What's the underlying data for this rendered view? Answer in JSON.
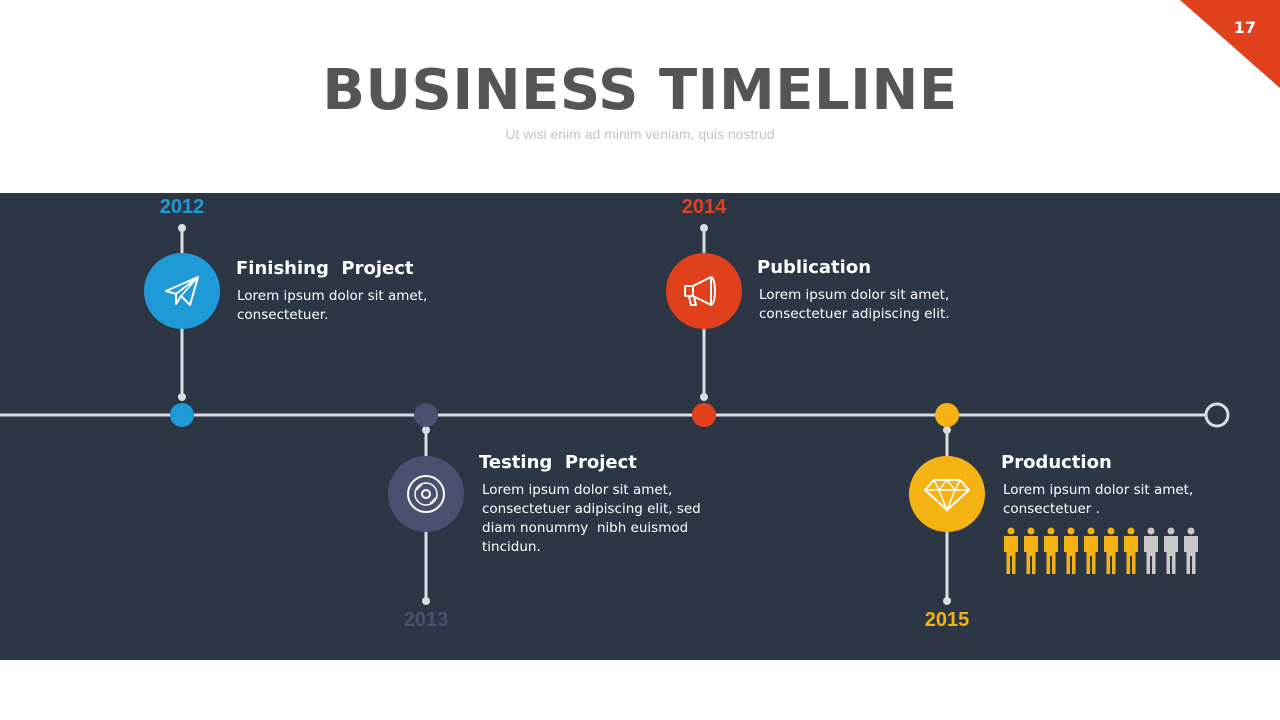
{
  "page": {
    "number": "17",
    "title": "BUSINESS TIMELINE",
    "subtitle": "Ut wisi enim ad minim veniam, quis nostrud"
  },
  "colors": {
    "accent_red": "#e0401c",
    "band": "#2d3644",
    "line": "#d9dce0",
    "blue": "#1e9ad6",
    "slate": "#4a5170",
    "orange": "#e0401c",
    "yellow": "#f5b313",
    "person_inactive": "#c9c9c9"
  },
  "events": [
    {
      "year": "2012",
      "title": "Finishing  Project",
      "description": "Lorem ipsum dolor sit amet, consectetuer.",
      "icon": "paper-plane-icon",
      "color": "#1e9ad6"
    },
    {
      "year": "2013",
      "title": "Testing  Project",
      "description": "Lorem ipsum dolor sit amet, consectetuer adipiscing elit, sed diam nonummy  nibh euismod tincidun.",
      "icon": "disc-icon",
      "color": "#4a5170"
    },
    {
      "year": "2014",
      "title": "Publication",
      "description": "Lorem ipsum dolor sit amet, consectetuer adipiscing elit.",
      "icon": "megaphone-icon",
      "color": "#e0401c"
    },
    {
      "year": "2015",
      "title": "Production",
      "description": "Lorem ipsum dolor sit amet, consectetuer .",
      "icon": "diamond-icon",
      "color": "#f5b313"
    }
  ],
  "people_stat": {
    "active": 7,
    "total": 10
  }
}
